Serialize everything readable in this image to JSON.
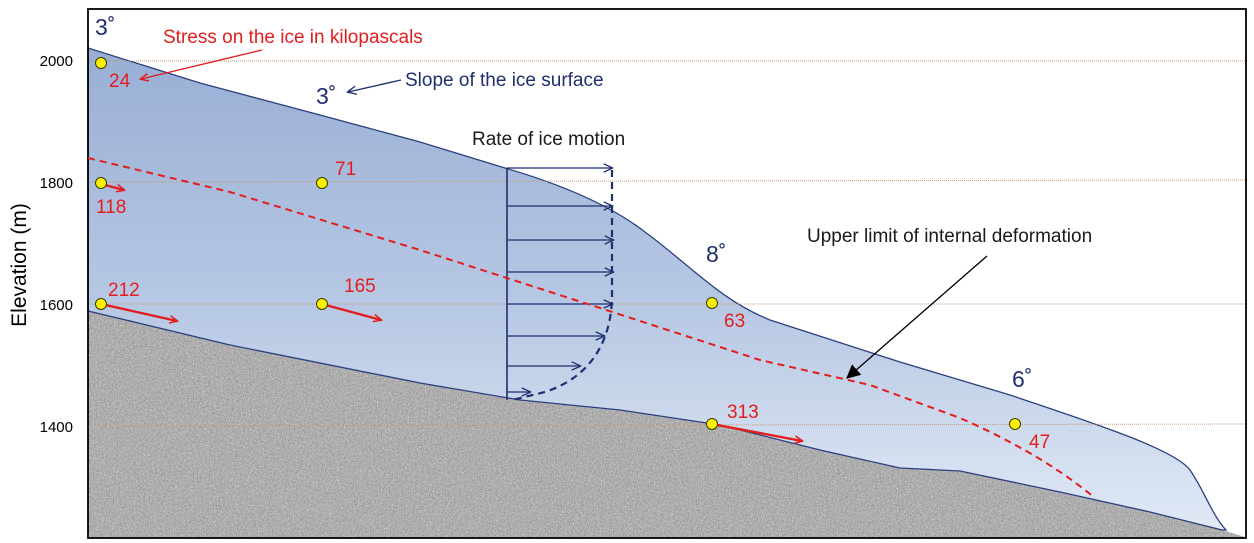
{
  "axis": {
    "ylabel": "Elevation (m)",
    "ticks": [
      "2000",
      "1800",
      "1600",
      "1400"
    ]
  },
  "annotations": {
    "stress_label": "Stress on the ice in kilopascals",
    "slope_label": "Slope of the ice surface",
    "motion_label": "Rate of ice motion",
    "deformation_label": "Upper limit of internal deformation"
  },
  "slopes": [
    "3˚",
    "3˚",
    "8˚",
    "6˚"
  ],
  "stress_points": [
    {
      "value": "24",
      "elevation": 1990
    },
    {
      "value": "118",
      "elevation": 1800
    },
    {
      "value": "71",
      "elevation": 1800
    },
    {
      "value": "212",
      "elevation": 1600
    },
    {
      "value": "165",
      "elevation": 1600
    },
    {
      "value": "63",
      "elevation": 1600
    },
    {
      "value": "313",
      "elevation": 1405
    },
    {
      "value": "47",
      "elevation": 1405
    }
  ],
  "colors": {
    "stress": "#e31d1d",
    "slope": "#1f2f6e",
    "marker": "#fff200",
    "ice": "#a7bad9",
    "bedrock": "#9a9a9a"
  }
}
